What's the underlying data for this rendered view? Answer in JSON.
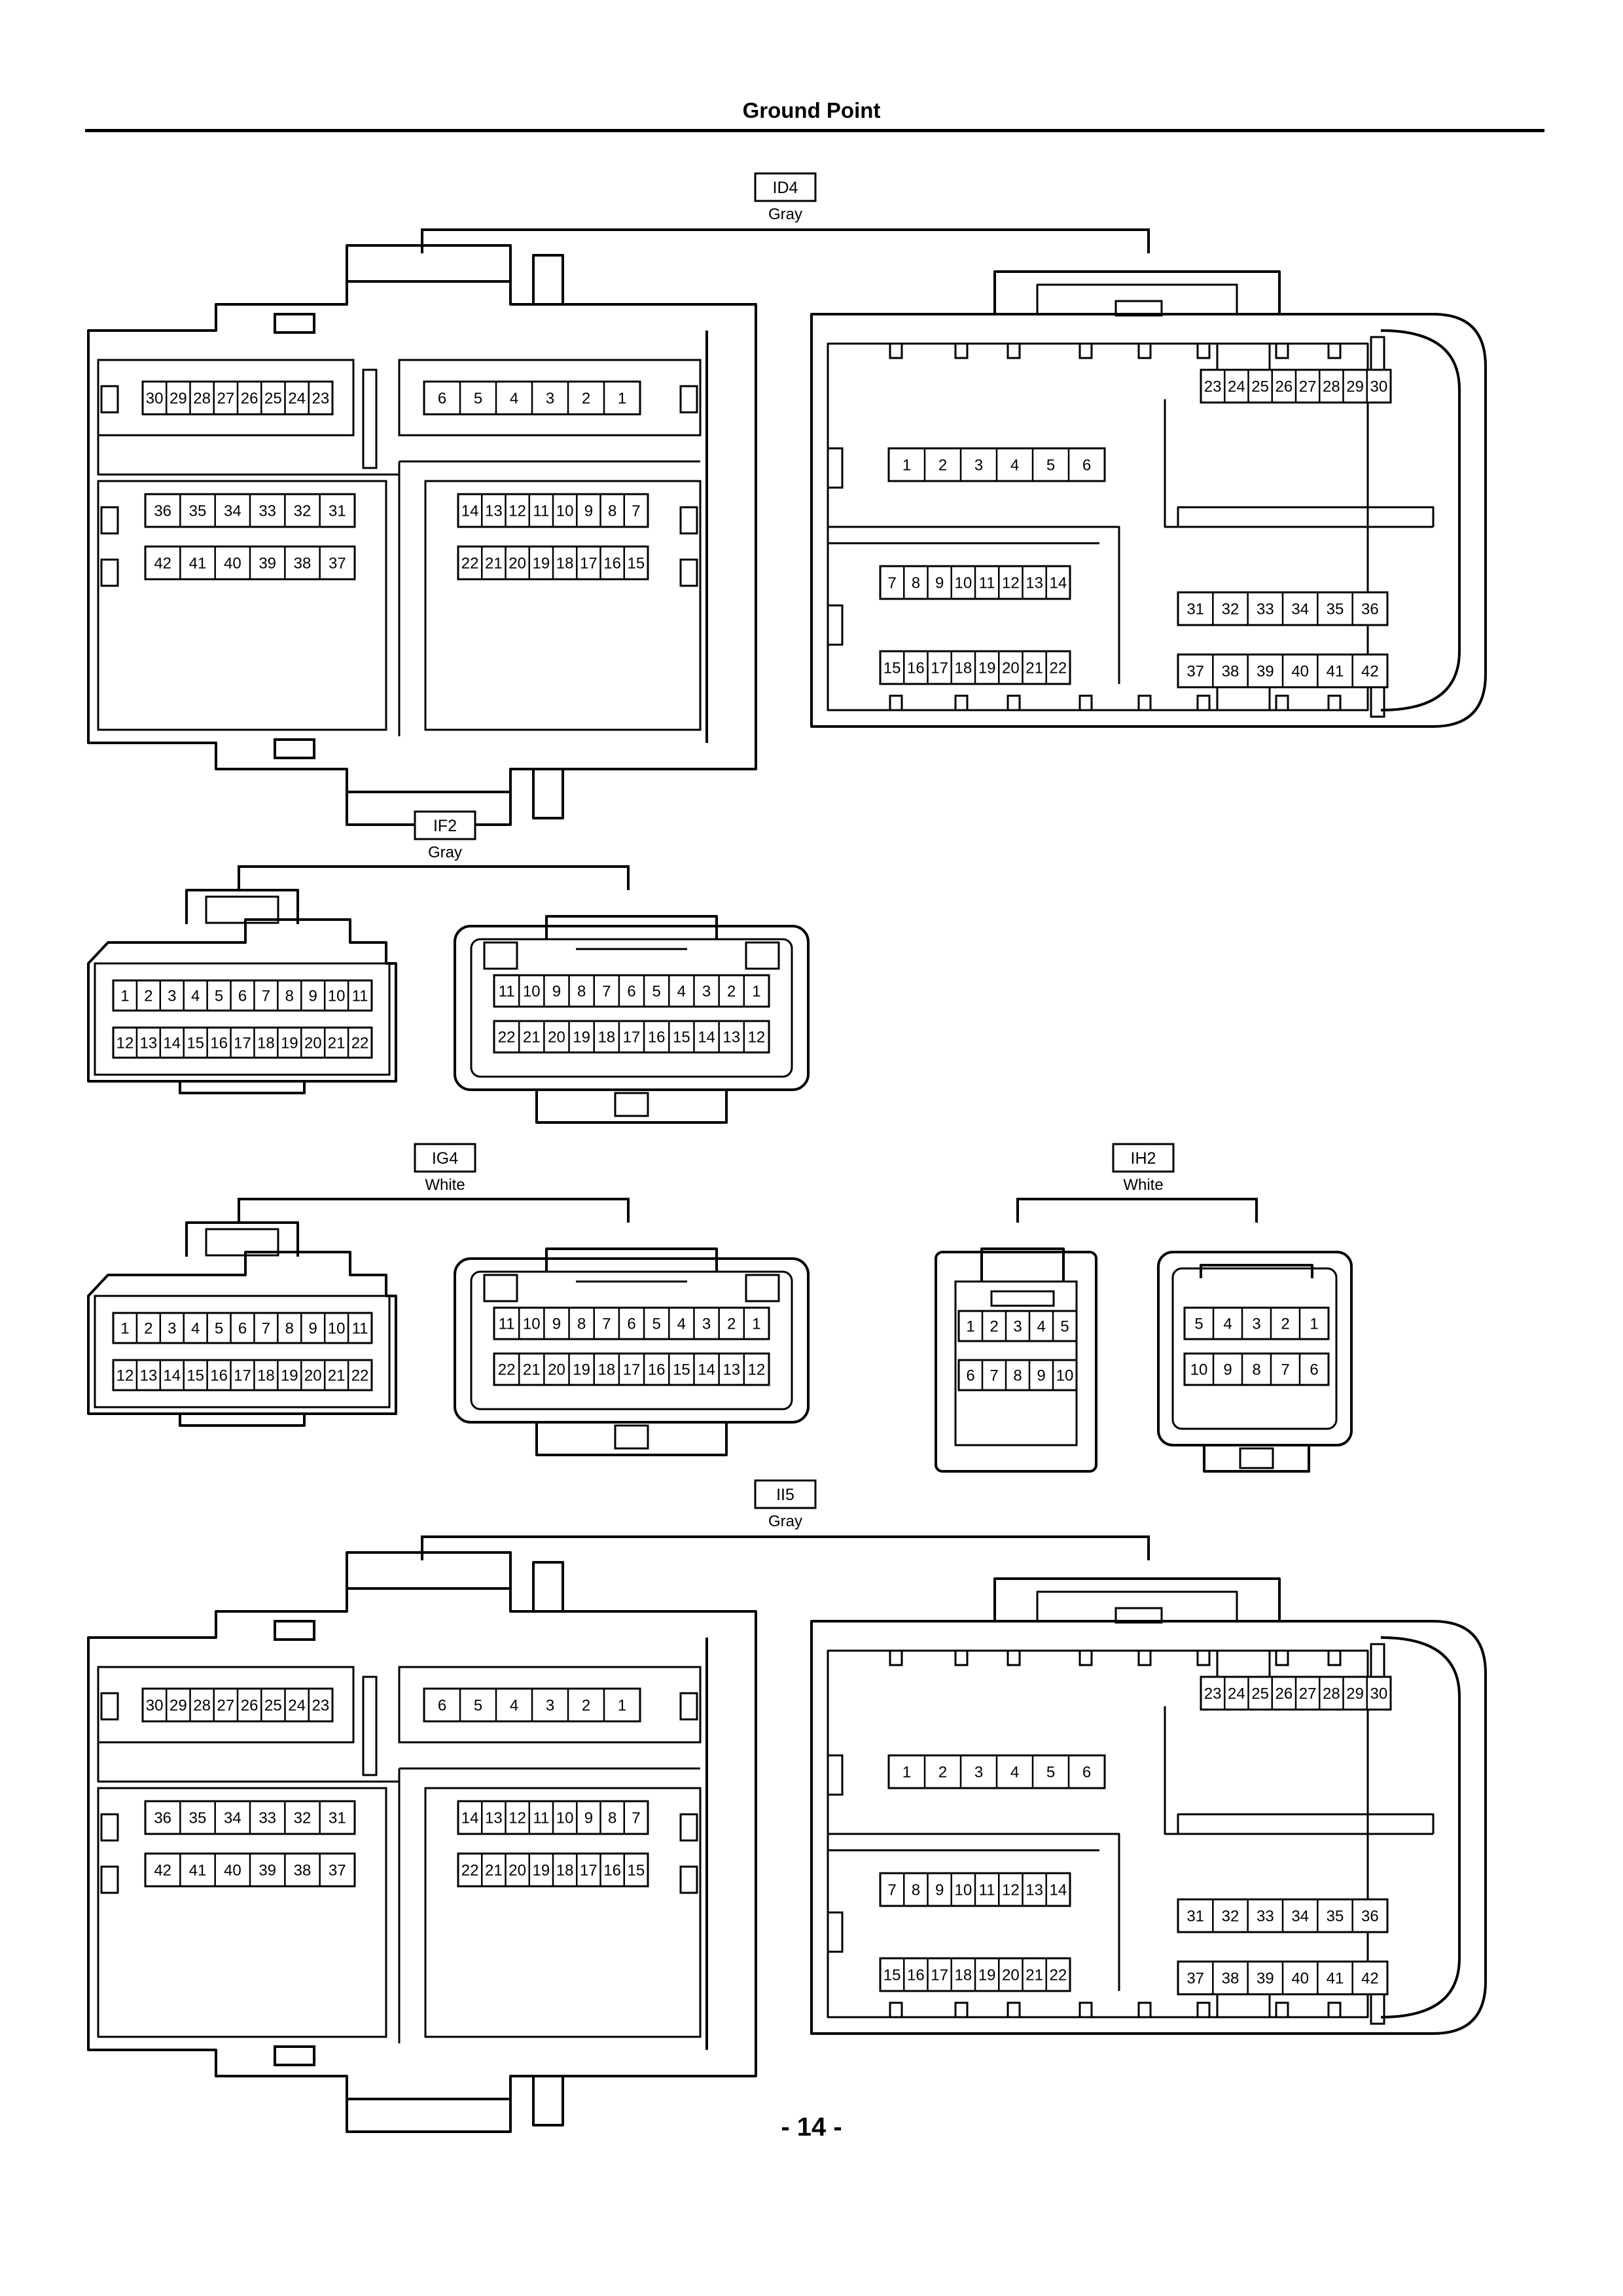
{
  "page": {
    "title": "Ground Point",
    "page_number": "- 14 -"
  },
  "connectors": [
    {
      "id": "ID4",
      "color": "Gray",
      "left_rows": [
        [
          "30",
          "29",
          "28",
          "27",
          "26",
          "25",
          "24",
          "23"
        ],
        [
          "6",
          "5",
          "4",
          "3",
          "2",
          "1"
        ],
        [
          "36",
          "35",
          "34",
          "33",
          "32",
          "31"
        ],
        [
          "14",
          "13",
          "12",
          "11",
          "10",
          "9",
          "8",
          "7"
        ],
        [
          "42",
          "41",
          "40",
          "39",
          "38",
          "37"
        ],
        [
          "22",
          "21",
          "20",
          "19",
          "18",
          "17",
          "16",
          "15"
        ]
      ],
      "right_rows": [
        [
          "23",
          "24",
          "25",
          "26",
          "27",
          "28",
          "29",
          "30"
        ],
        [
          "1",
          "2",
          "3",
          "4",
          "5",
          "6"
        ],
        [
          "7",
          "8",
          "9",
          "10",
          "11",
          "12",
          "13",
          "14"
        ],
        [
          "31",
          "32",
          "33",
          "34",
          "35",
          "36"
        ],
        [
          "15",
          "16",
          "17",
          "18",
          "19",
          "20",
          "21",
          "22"
        ],
        [
          "37",
          "38",
          "39",
          "40",
          "41",
          "42"
        ]
      ]
    },
    {
      "id": "IF2",
      "color": "Gray",
      "left_rows": [
        [
          "1",
          "2",
          "3",
          "4",
          "5",
          "6",
          "7",
          "8",
          "9",
          "10",
          "11"
        ],
        [
          "12",
          "13",
          "14",
          "15",
          "16",
          "17",
          "18",
          "19",
          "20",
          "21",
          "22"
        ]
      ],
      "right_rows": [
        [
          "11",
          "10",
          "9",
          "8",
          "7",
          "6",
          "5",
          "4",
          "3",
          "2",
          "1"
        ],
        [
          "22",
          "21",
          "20",
          "19",
          "18",
          "17",
          "16",
          "15",
          "14",
          "13",
          "12"
        ]
      ]
    },
    {
      "id": "IG4",
      "color": "White",
      "left_rows": [
        [
          "1",
          "2",
          "3",
          "4",
          "5",
          "6",
          "7",
          "8",
          "9",
          "10",
          "11"
        ],
        [
          "12",
          "13",
          "14",
          "15",
          "16",
          "17",
          "18",
          "19",
          "20",
          "21",
          "22"
        ]
      ],
      "right_rows": [
        [
          "11",
          "10",
          "9",
          "8",
          "7",
          "6",
          "5",
          "4",
          "3",
          "2",
          "1"
        ],
        [
          "22",
          "21",
          "20",
          "19",
          "18",
          "17",
          "16",
          "15",
          "14",
          "13",
          "12"
        ]
      ]
    },
    {
      "id": "IH2",
      "color": "White",
      "left_rows": [
        [
          "1",
          "2",
          "3",
          "4",
          "5"
        ],
        [
          "6",
          "7",
          "8",
          "9",
          "10"
        ]
      ],
      "right_rows": [
        [
          "5",
          "4",
          "3",
          "2",
          "1"
        ],
        [
          "10",
          "9",
          "8",
          "7",
          "6"
        ]
      ]
    },
    {
      "id": "II5",
      "color": "Gray",
      "left_rows": [
        [
          "30",
          "29",
          "28",
          "27",
          "26",
          "25",
          "24",
          "23"
        ],
        [
          "6",
          "5",
          "4",
          "3",
          "2",
          "1"
        ],
        [
          "36",
          "35",
          "34",
          "33",
          "32",
          "31"
        ],
        [
          "14",
          "13",
          "12",
          "11",
          "10",
          "9",
          "8",
          "7"
        ],
        [
          "42",
          "41",
          "40",
          "39",
          "38",
          "37"
        ],
        [
          "22",
          "21",
          "20",
          "19",
          "18",
          "17",
          "16",
          "15"
        ]
      ],
      "right_rows": [
        [
          "23",
          "24",
          "25",
          "26",
          "27",
          "28",
          "29",
          "30"
        ],
        [
          "1",
          "2",
          "3",
          "4",
          "5",
          "6"
        ],
        [
          "7",
          "8",
          "9",
          "10",
          "11",
          "12",
          "13",
          "14"
        ],
        [
          "31",
          "32",
          "33",
          "34",
          "35",
          "36"
        ],
        [
          "15",
          "16",
          "17",
          "18",
          "19",
          "20",
          "21",
          "22"
        ],
        [
          "37",
          "38",
          "39",
          "40",
          "41",
          "42"
        ]
      ]
    }
  ]
}
